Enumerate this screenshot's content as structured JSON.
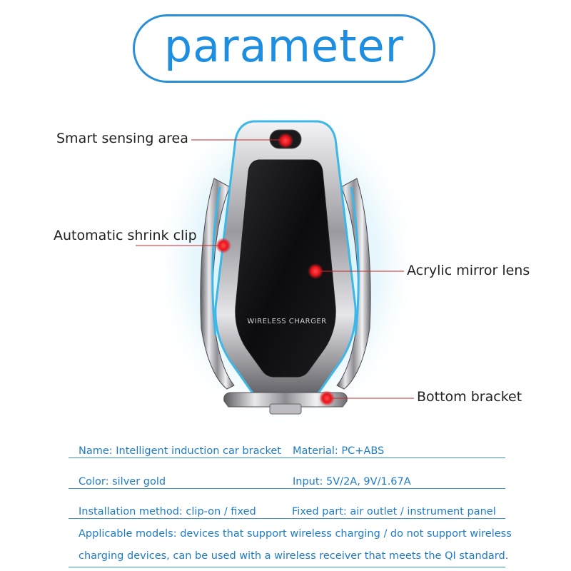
{
  "title": "parameter",
  "product": {
    "lens_label": "WIRELESS CHARGER",
    "accent_color": "#2a8fd6",
    "marker_color": "#e8141b"
  },
  "callouts": {
    "smart_sensing": "Smart sensing area",
    "shrink_clip": "Automatic shrink clip",
    "mirror_lens": "Acrylic mirror lens",
    "bottom_bracket": "Bottom bracket"
  },
  "specs": {
    "name": "Name: Intelligent induction car bracket",
    "material": "Material: PC+ABS",
    "color": "Color: silver gold",
    "input": "Input: 5V/2A, 9V/1.67A",
    "installation": "Installation method: clip-on / fixed",
    "fixed_part": "Fixed part: air outlet / instrument panel",
    "applicable_line1": "Applicable models: devices that support wireless charging / do not support wireless",
    "applicable_line2": "charging devices, can be used with a wireless receiver that meets the QI standard."
  }
}
